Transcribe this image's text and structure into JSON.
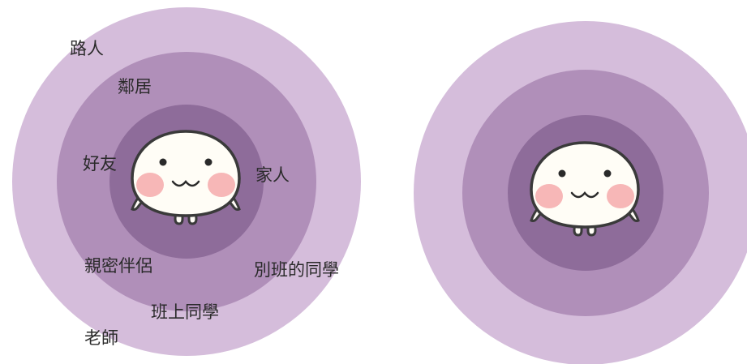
{
  "colors": {
    "ring_outer": "#d5bddb",
    "ring_middle": "#b08fb9",
    "ring_inner": "#8e6c9a",
    "character_body": "#fffdf6",
    "cheek": "#f7b7b7",
    "outline": "#3a3a3a"
  },
  "left_diagram": {
    "labels": {
      "passerby": "路人",
      "neighbor": "鄰居",
      "good_friend": "好友",
      "family": "家人",
      "partner": "親密伴侶",
      "other_class": "別班的同學",
      "classmates": "班上同學",
      "teacher": "老師"
    }
  },
  "right_diagram": {
    "labels": {}
  }
}
